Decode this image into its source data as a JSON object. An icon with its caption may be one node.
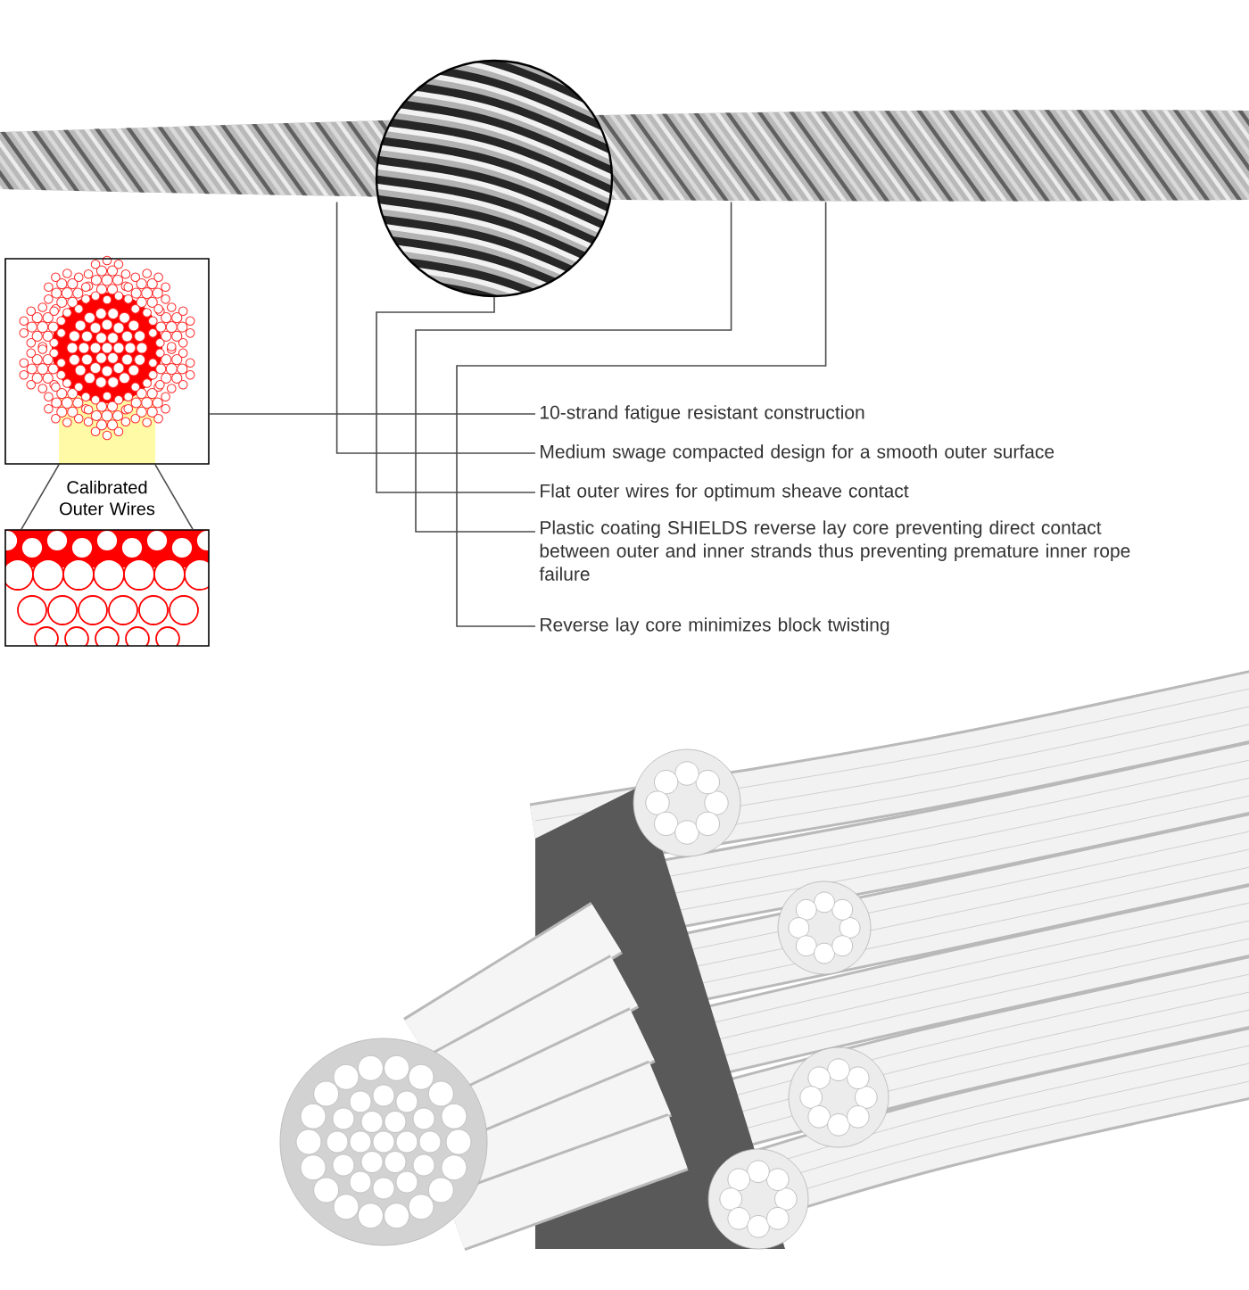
{
  "diagram": {
    "nodes": [
      {
        "text": [],
        "shape": "picture"
      },
      {
        "text": [],
        "shape": "circle"
      },
      {
        "text": [],
        "shape": "picture"
      },
      {
        "text": [],
        "shape": "picture"
      },
      {
        "text": [
          "10-strand fatigue resistant construction"
        ]
      },
      {
        "text": [
          "Medium swage compacted design for a smooth outer surface"
        ]
      },
      {
        "text": [
          "Flat outer wires for optimum sheave contact"
        ]
      },
      {
        "text": [
          "Plastic coating SHIELDS reverse lay core preventing direct contact between outer and inner strands thus preventing premature inner rope failure"
        ]
      },
      {
        "text": [
          "Reverse lay core minimizes block twisting"
        ]
      }
    ],
    "edges": [
      {
        "from": 4,
        "to": 2,
        "arrow": "none"
      },
      {
        "from": 5,
        "to": 0,
        "arrow": "none"
      },
      {
        "from": 6,
        "to": 1,
        "arrow": "none"
      },
      {
        "from": 7,
        "to": 0,
        "arrow": "none"
      },
      {
        "from": 8,
        "to": 0,
        "arrow": "none"
      },
      {
        "from": 2,
        "to": 3,
        "arrow": "none"
      },
      {
        "from": 2,
        "to": 3,
        "arrow": "none"
      }
    ],
    "labels": [
      "Calibrated Outer Wires"
    ]
  }
}
